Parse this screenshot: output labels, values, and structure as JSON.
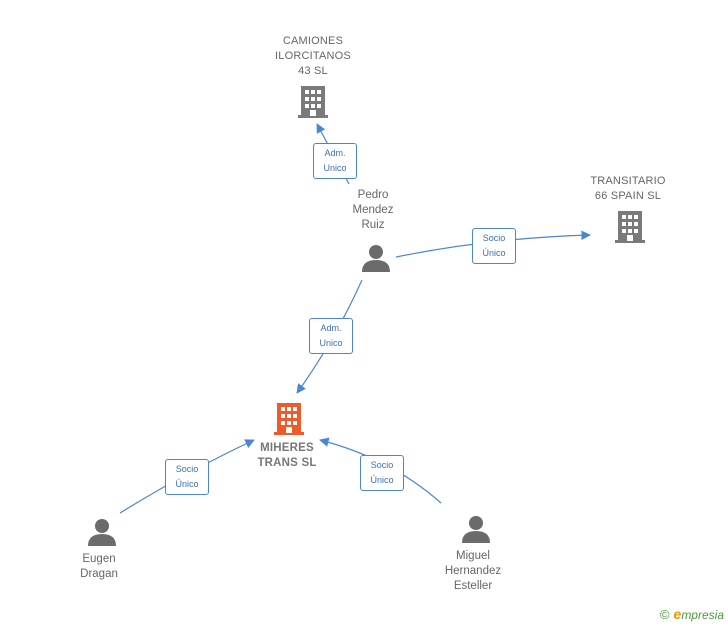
{
  "nodes": {
    "camiones": {
      "label": "CAMIONES\nILORCITANOS\n43 SL",
      "type": "company"
    },
    "transitario": {
      "label": "TRANSITARIO\n66 SPAIN SL",
      "type": "company"
    },
    "miheres": {
      "label": "MIHERES\nTRANS  SL",
      "type": "company-main"
    },
    "pedro": {
      "label": "Pedro\nMendez\nRuiz",
      "type": "person"
    },
    "eugen": {
      "label": "Eugen\nDragan",
      "type": "person"
    },
    "miguel": {
      "label": "Miguel\nHernandez\nEsteller",
      "type": "person"
    }
  },
  "edges": {
    "pedro_camiones": {
      "label": "Adm.\nUnico"
    },
    "pedro_transitario": {
      "label": "Socio\nÚnico"
    },
    "pedro_miheres": {
      "label": "Adm.\nUnico"
    },
    "eugen_miheres": {
      "label": "Socio\nÚnico"
    },
    "miguel_miheres": {
      "label": "Socio\nÚnico"
    }
  },
  "colors": {
    "company": "#7a7a7a",
    "company_main": "#f0592a",
    "person": "#6b6b6b",
    "edge": "#4a86d4"
  },
  "brand": {
    "copyright": "©",
    "initial": "e",
    "name": "mpresia"
  }
}
